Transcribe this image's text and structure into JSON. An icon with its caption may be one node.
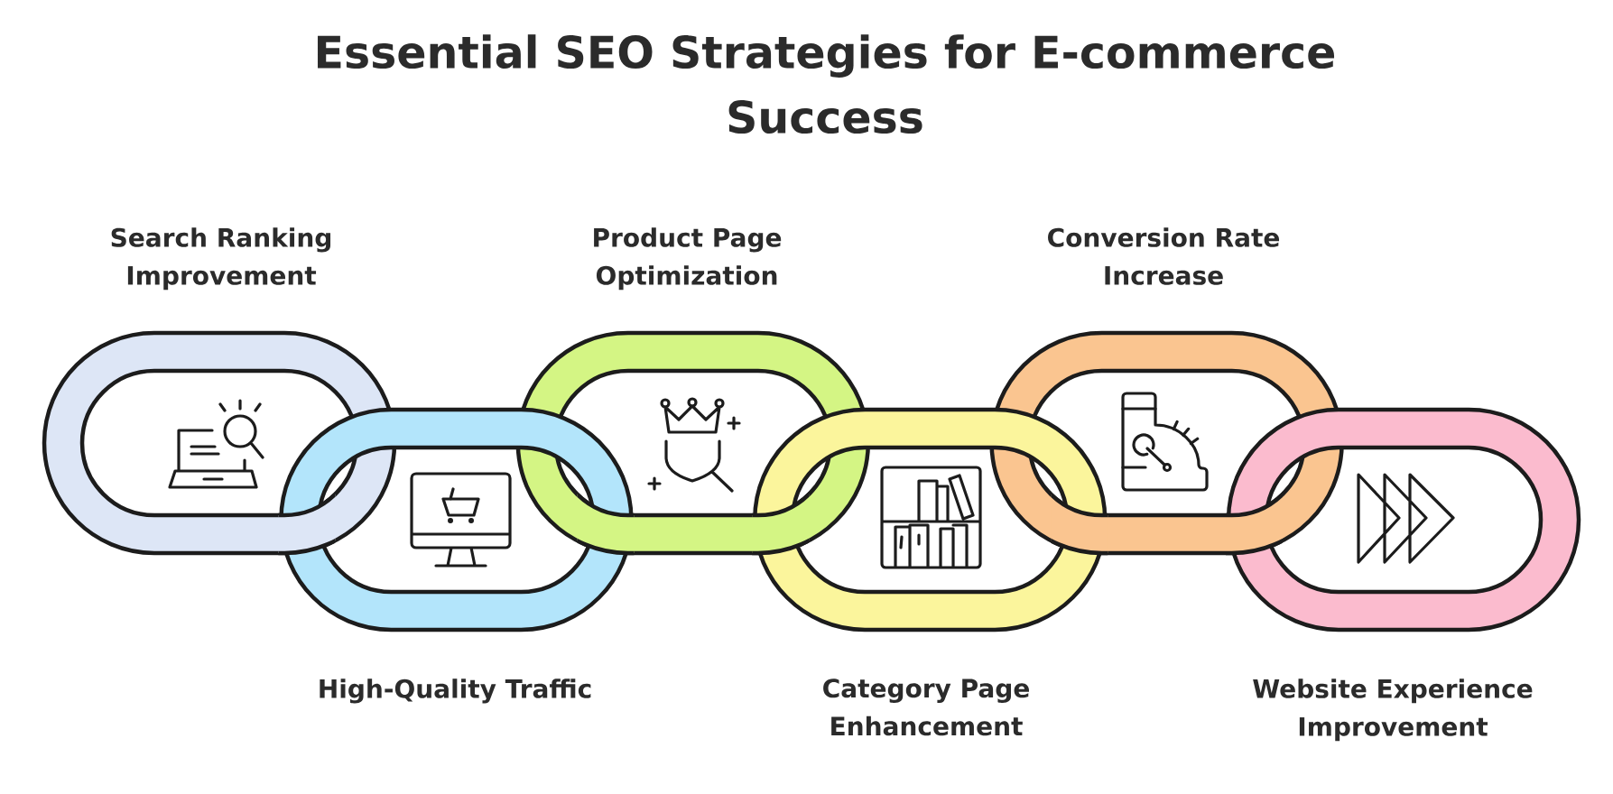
{
  "diagram": {
    "title": "Essential SEO Strategies for E-commerce Success",
    "nodes": [
      {
        "text": [
          "Search Ranking Improvement"
        ]
      },
      {
        "text": [
          "High-Quality Traffic"
        ]
      },
      {
        "text": [
          "Product Page Optimization"
        ]
      },
      {
        "text": [
          "Category Page Enhancement"
        ]
      },
      {
        "text": [
          "Conversion Rate Increase"
        ]
      },
      {
        "text": [
          "Website Experience Improvement"
        ]
      }
    ]
  }
}
